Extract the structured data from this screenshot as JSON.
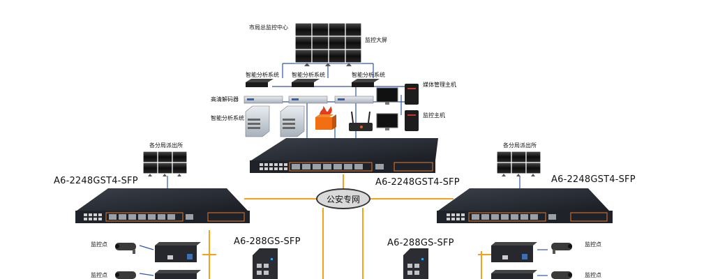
{
  "center": {
    "title": "市局总监控中心",
    "video_wall": "监控大屏",
    "analysis_systems": [
      "智能分析系统",
      "智能分析系统",
      "智能分析系统"
    ],
    "decoder": "高清解码器",
    "storage": "智能分析系统",
    "media_server": "媒体管理主机",
    "monitor_host": "监控主机",
    "core_switch": "A6-2248GST4-SFP"
  },
  "network": {
    "label": "公安专网"
  },
  "left_branch": {
    "title": "各分局派出所",
    "switch": "A6-2248GST4-SFP",
    "points": [
      "监控点",
      "监控点"
    ]
  },
  "right_branch": {
    "title": "各分局派出所",
    "switch": "A6-2248GST4-SFP",
    "points": [
      "监控点",
      "监控点"
    ]
  },
  "edge_left": {
    "switch": "A6-288GS-SFP"
  },
  "edge_right": {
    "switch": "A6-288GS-SFP"
  },
  "colors": {
    "link": "#f5a21a",
    "lan": "#2d57a8",
    "panel": "#1f2229",
    "port_orange": "#e07a2a"
  }
}
